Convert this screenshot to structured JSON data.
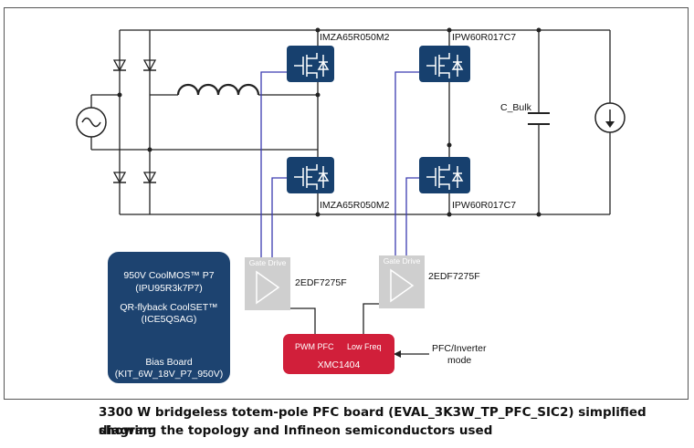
{
  "components": {
    "sw_top_left": "IMZA65R050M2",
    "sw_bottom_left": "IMZA65R050M2",
    "sw_top_right": "IPW60R017C7",
    "sw_bottom_right": "IPW60R017C7",
    "capacitor": "C_Bulk"
  },
  "gate_drivers": [
    {
      "title": "Gate Drive",
      "part": "2EDF7275F"
    },
    {
      "title": "Gate Drive",
      "part": "2EDF7275F"
    }
  ],
  "controller": {
    "pwm": "PWM PFC",
    "low_freq": "Low Freq",
    "part": "XMC1404",
    "input_label_line1": "PFC/Inverter",
    "input_label_line2": "mode"
  },
  "bias_board": {
    "line1": "950V CoolMOS™ P7",
    "line2": "(IPU95R3k7P7)",
    "line3": "QR-flyback CoolSET™",
    "line4": "(ICE5QSAG)",
    "line5": "Bias Board",
    "line6": "(KIT_6W_18V_P7_950V)"
  },
  "caption": {
    "line1": "3300 W bridgeless totem-pole PFC board (EVAL_3K3W_TP_PFC_SIC2) simplified diagram",
    "line2": "showing the topology and Infineon semiconductors used"
  },
  "colors": {
    "switch": "#17406e",
    "bias_board": "#1d4370",
    "controller": "#d11f3a",
    "gate_drive": "#cfcfcf",
    "gate_wire": "#3b3bb0",
    "wire": "#222222"
  }
}
